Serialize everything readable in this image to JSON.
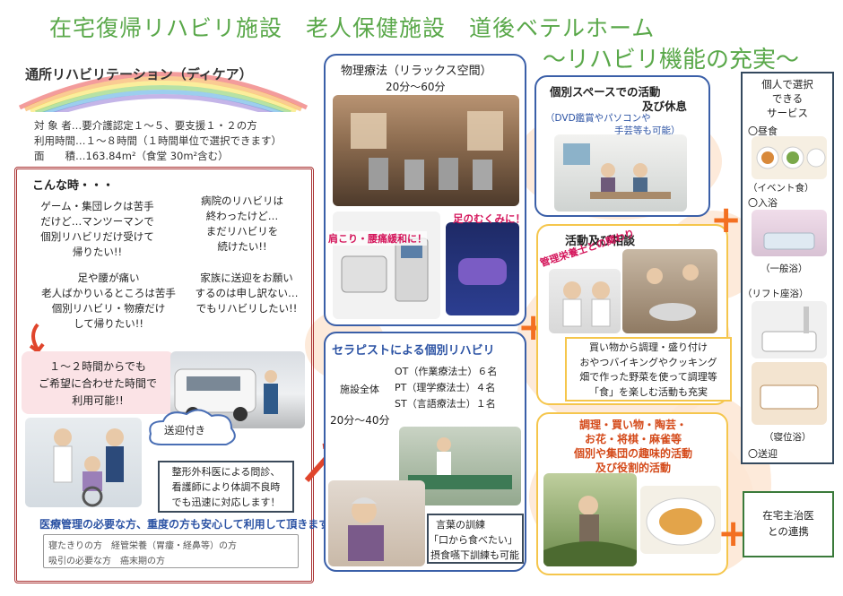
{
  "header": {
    "title": "在宅復帰リハビリ施設　老人保健施設　道後ベテルホーム",
    "subtitle": "～リハビリ機能の充実～"
  },
  "daycare": {
    "title": "通所リハビリテーション（ディケア）",
    "info": [
      "対 象 者…要介護認定１～５、要支援１・２の方",
      "利用時間…１～８時間（１時間単位で選択できます）",
      "面　　積…163.84m²（食堂 30m²含む）"
    ]
  },
  "left_panel": {
    "heading": "こんな時・・・",
    "case1": [
      "ゲーム・集団レクは苦手",
      "だけど…マンツーマンで",
      "個別リハビリだけ受けて",
      "帰りたい!!"
    ],
    "case2": [
      "病院のリハビリは",
      "終わったけど…",
      "まだリハビリを",
      "続けたい!!"
    ],
    "case3": [
      "足や腰が痛い",
      "老人ばかりいるところは苦手",
      "個別リハビリ・物療だけ",
      "して帰りたい!!"
    ],
    "case4": [
      "家族に送迎をお願い",
      "するのは申し訳ない…",
      "でもリハビリしたい!!"
    ],
    "hours_note": [
      "１～２時間からでも",
      "ご希望に合わせた時間で",
      "利用可能!!"
    ],
    "pickup_label": "送迎付き",
    "doctor_note": [
      "整形外科医による問診、",
      "看護師により体調不良時",
      "でも迅速に対応します！"
    ],
    "medical_title": "医療管理の必要な方、重度の方も安心して利用して頂きます",
    "medical_list": [
      "寝たきりの方　経管栄養（胃瘻・経鼻等）の方",
      "吸引の必要な方　癌末期の方"
    ]
  },
  "physical_therapy": {
    "title": "物理療法（リラックス空間）",
    "duration": "20分～60分",
    "label_left": "肩こり・腰痛緩和に！",
    "label_right": "足のむくみに！"
  },
  "therapist": {
    "title": "セラピストによる個別リハビリ",
    "facility_label": "施設全体",
    "staff": [
      "OT（作業療法士）６名",
      "PT（理学療法士）４名",
      "ST（言語療法士）１名"
    ],
    "duration": "20分～40分",
    "speech_title": "言葉の訓練",
    "speech_quote": "「口から食べたい」",
    "speech_note": "摂食嚥下訓練も可能"
  },
  "personal_space": {
    "title": "個別スペースでの活動",
    "title2": "及び休息",
    "note": "（DVD鑑賞やパソコンや",
    "note2": "手芸等も可能）"
  },
  "activities": {
    "title": "活動及び相談",
    "tag": "管理栄養士との関わり",
    "desc": [
      "買い物から調理・盛り付け",
      "おやつバイキングやクッキング",
      "畑で作った野菜を使って調理等",
      "「食」を楽しむ活動も充実"
    ]
  },
  "hobbies": {
    "lines": [
      "調理・買い物・陶芸・",
      "お花・将棋・麻雀等",
      "個別や集団の趣味的活動",
      "及び役割的活動"
    ]
  },
  "services": {
    "title": [
      "個人で選択",
      "できる",
      "サービス"
    ],
    "meal": "〇昼食",
    "event_meal": "（イベント食）",
    "bath": "〇入浴",
    "bath_general": "（一般浴）",
    "bath_lift": "（リフト座浴）",
    "bath_lying": "（寝位浴）",
    "transport": "〇送迎"
  },
  "home_doctor": {
    "label": [
      "在宅主治医",
      "との連携"
    ]
  },
  "colors": {
    "title_green": "#5aa84a",
    "accent_orange": "#f37021",
    "panel_blue": "#3a5fa8",
    "panel_yellow": "#f5c64c",
    "frame_red": "#a33333",
    "dark_border": "#34495e"
  }
}
